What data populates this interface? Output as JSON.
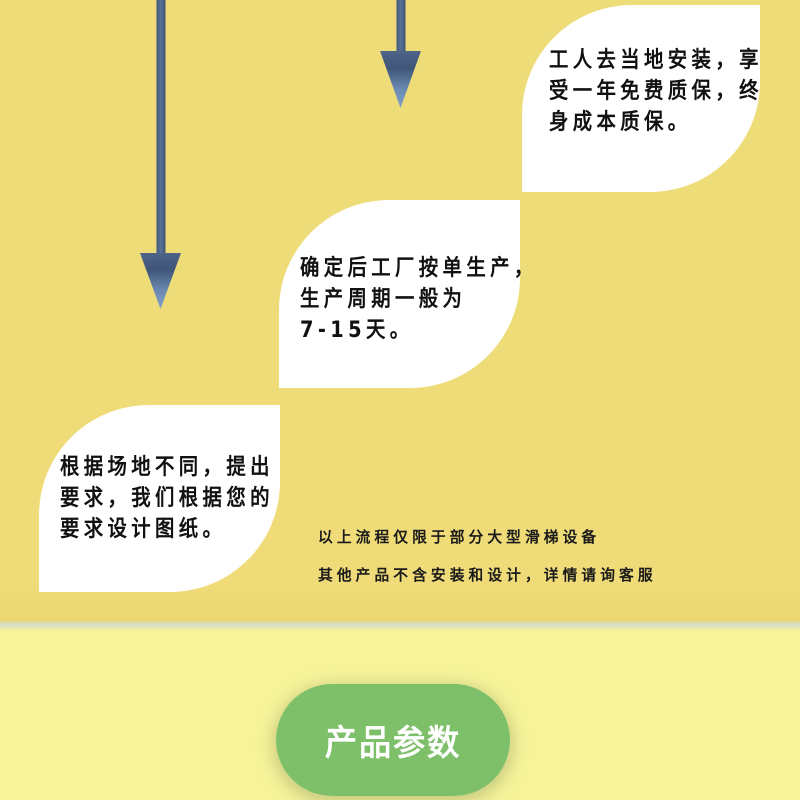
{
  "steps": [
    {
      "id": "install",
      "lines": [
        "工人去当地安装，享",
        "受一年免费质保，终",
        "身成本质保。"
      ]
    },
    {
      "id": "production",
      "lines": [
        "确定后工厂按单生产，",
        "生产周期一般为",
        "7-15天。"
      ]
    },
    {
      "id": "design",
      "lines": [
        "根据场地不同，提出",
        "要求，我们根据您的",
        "要求设计图纸。"
      ]
    }
  ],
  "notes": {
    "line1": "以上流程仅限于部分大型滑梯设备",
    "line2": "其他产品不含安装和设计，详情请询客服"
  },
  "button": {
    "label": "产品参数"
  },
  "icons": {
    "arrow_long": "arrow-down-icon",
    "arrow_short": "arrow-down-icon"
  },
  "colors": {
    "background_top": "#EFDC78",
    "background_bottom": "#F6F39A",
    "card": "#FFFFFF",
    "arrow": "#4A6184",
    "button_fill": "#7DC069",
    "button_edge": "#6CC3DA",
    "text": "#111111"
  }
}
